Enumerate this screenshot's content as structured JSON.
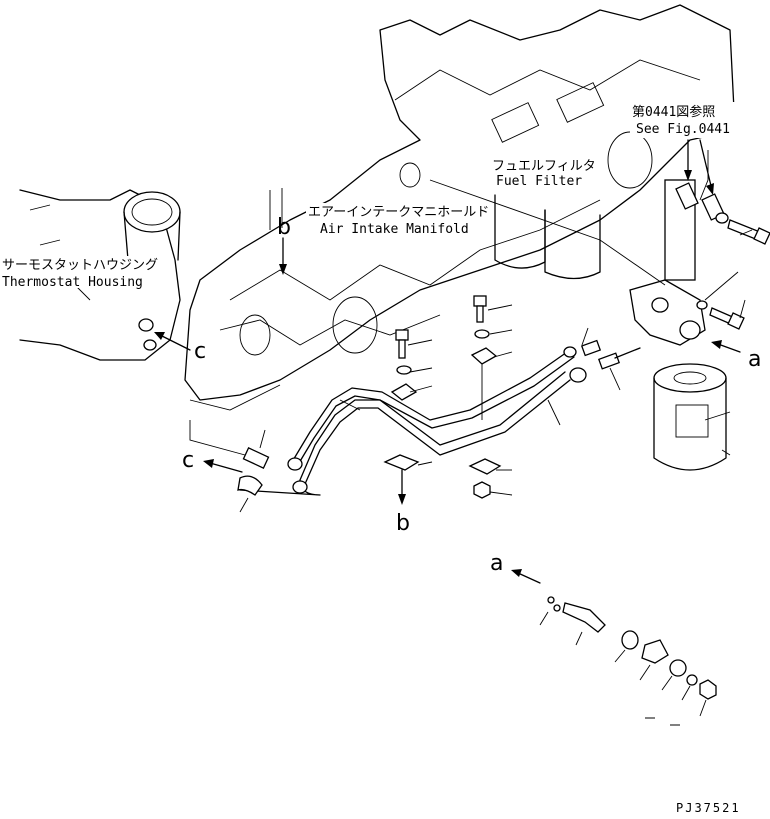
{
  "labels": {
    "thermostat_jp": "サーモスタットハウジング",
    "thermostat_en": "Thermostat Housing",
    "manifold_jp": "エアーインテークマニホールド",
    "manifold_en": "Air Intake Manifold",
    "filter_jp": "フュエルフィルタ",
    "filter_en": "Fuel Filter",
    "fig_ref_jp": "第0441図参照",
    "fig_ref_en": "See Fig.0441",
    "drawing_id": "PJ37521"
  },
  "arrow_letters": {
    "a1": "a",
    "a2": "a",
    "b1": "b",
    "b2": "b",
    "c1": "c",
    "c2": "c"
  },
  "colors": {
    "ink": "#000000",
    "paper": "#ffffff"
  }
}
